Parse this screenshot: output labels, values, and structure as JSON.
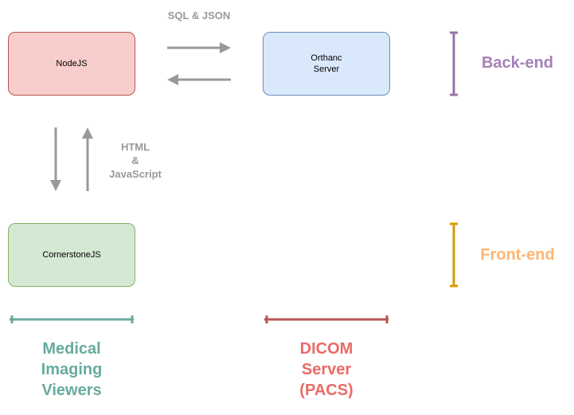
{
  "nodes": {
    "nodejs": {
      "label": "NodeJS"
    },
    "orthanc": {
      "line1": "Orthanc",
      "line2": "Server"
    },
    "cornerstone": {
      "label": "CornerstoneJS"
    }
  },
  "edges": {
    "server_link": {
      "label": "SQL & JSON"
    },
    "client_link": {
      "line1": "HTML",
      "line2": "&",
      "line3": "JavaScript"
    }
  },
  "tiers": {
    "back_end": {
      "label": "Back-end",
      "color": "#a680b8"
    },
    "front_end": {
      "label": "Front-end",
      "color": "#ffb570"
    }
  },
  "components": {
    "viewers": {
      "line1": "Medical",
      "line2": "Imaging",
      "line3": "Viewers",
      "color": "#67ab9f"
    },
    "pacs": {
      "line1": "DICOM",
      "line2": "Server",
      "line3": "(PACS)",
      "color": "#ea6b66"
    }
  },
  "colors": {
    "arrow": "#999999",
    "nodejs_fill": "#f8cecc",
    "orthanc_fill": "#dae8fc",
    "cornerstone_fill": "#d5e8d4",
    "back_end_bracket": "#9673a6",
    "front_end_bracket": "#d79b00",
    "viewers_bracket": "#67ab9f",
    "pacs_bracket": "#b85450"
  }
}
